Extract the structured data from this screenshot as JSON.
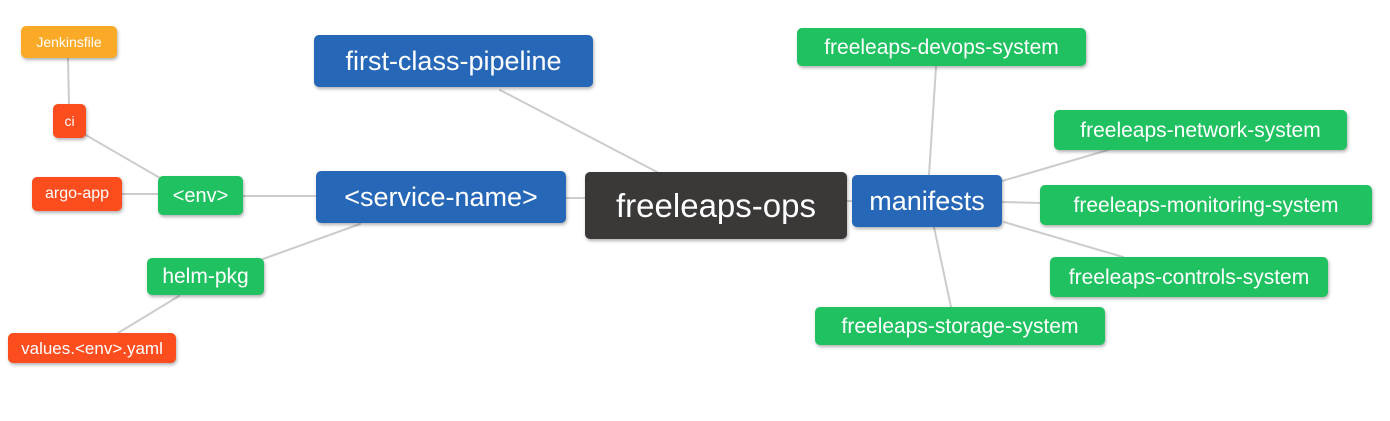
{
  "diagram": {
    "type": "mindmap",
    "colors": {
      "root": "#3b3838",
      "blue": "#2767b8",
      "green": "#20c160",
      "red": "#fb4d1e",
      "amber": "#fbaa28",
      "edge": "#cccccc",
      "text": "#ffffff",
      "background": "#ffffff"
    },
    "nodes": {
      "root": {
        "label": "freeleaps-ops"
      },
      "first_class_pipeline": {
        "label": "first-class-pipeline"
      },
      "service_name": {
        "label": "<service-name>"
      },
      "manifests": {
        "label": "manifests"
      },
      "env": {
        "label": "<env>"
      },
      "helm_pkg": {
        "label": "helm-pkg"
      },
      "ci": {
        "label": "ci"
      },
      "argo_app": {
        "label": "argo-app"
      },
      "jenkinsfile": {
        "label": "Jenkinsfile"
      },
      "values_env_yaml": {
        "label": "values.<env>.yaml"
      },
      "devops_system": {
        "label": "freeleaps-devops-system"
      },
      "network_system": {
        "label": "freeleaps-network-system"
      },
      "monitoring_system": {
        "label": "freeleaps-monitoring-system"
      },
      "controls_system": {
        "label": "freeleaps-controls-system"
      },
      "storage_system": {
        "label": "freeleaps-storage-system"
      }
    },
    "edges": [
      {
        "from": "jenkinsfile",
        "to": "ci"
      },
      {
        "from": "ci",
        "to": "env"
      },
      {
        "from": "argo_app",
        "to": "env"
      },
      {
        "from": "env",
        "to": "service_name"
      },
      {
        "from": "helm_pkg",
        "to": "service_name"
      },
      {
        "from": "values_env_yaml",
        "to": "helm_pkg"
      },
      {
        "from": "first_class_pipeline",
        "to": "root"
      },
      {
        "from": "service_name",
        "to": "root"
      },
      {
        "from": "root",
        "to": "manifests"
      },
      {
        "from": "manifests",
        "to": "devops_system"
      },
      {
        "from": "manifests",
        "to": "network_system"
      },
      {
        "from": "manifests",
        "to": "monitoring_system"
      },
      {
        "from": "manifests",
        "to": "controls_system"
      },
      {
        "from": "manifests",
        "to": "storage_system"
      }
    ]
  }
}
